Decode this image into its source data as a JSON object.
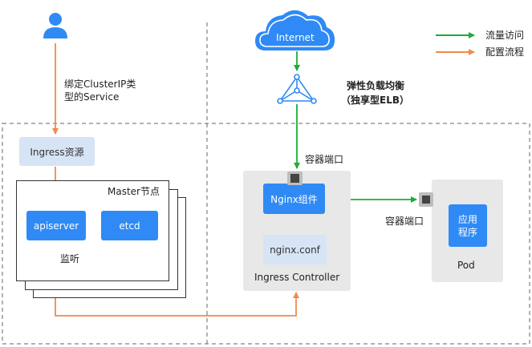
{
  "legend": {
    "traffic_label": "流量访问",
    "config_label": "配置流程",
    "traffic_color": "#1aad3a",
    "config_color": "#f08a4b"
  },
  "top": {
    "user_icon": "user-icon",
    "bind_label_line1": "绑定ClusterIP类",
    "bind_label_line2": "型的Service",
    "internet_label": "Internet",
    "elb_label_line1": "弹性负载均衡",
    "elb_label_line2": "（独享型ELB）"
  },
  "master": {
    "ingress_resource_label": "Ingress资源",
    "master_node_label": "Master节点",
    "apiserver_label": "apiserver",
    "etcd_label": "etcd",
    "watch_label": "监听"
  },
  "ingress_controller": {
    "container_port_label": "容器端口",
    "nginx_component_label": "Nginx组件",
    "nginx_conf_label": "nginx.conf",
    "title": "Ingress Controller"
  },
  "pod": {
    "container_port_label": "容器端口",
    "app_line1": "应用",
    "app_line2": "程序",
    "title": "Pod"
  },
  "colors": {
    "blue": "#2f8af5",
    "light_blue": "#d6e4f5",
    "panel_gray": "#e8e8e8",
    "dark_port": "#444444"
  }
}
